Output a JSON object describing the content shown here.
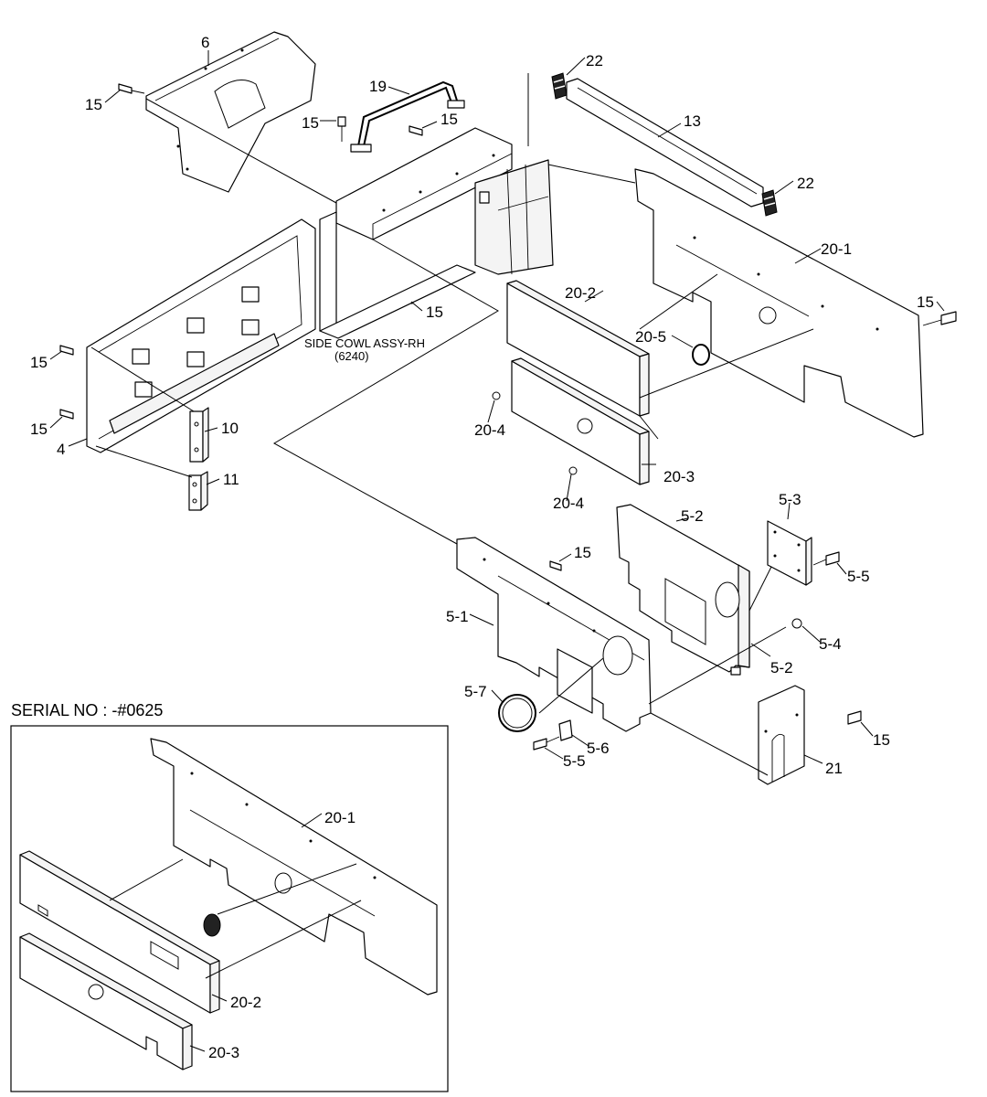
{
  "labels": {
    "l6": "6",
    "l15a": "15",
    "l19": "19",
    "l15b": "15",
    "l15c": "15",
    "l22a": "22",
    "l13": "13",
    "l22b": "22",
    "l20_1": "20-1",
    "l15d": "15",
    "l20_2": "20-2",
    "l20_5": "20-5",
    "l15e": "15",
    "l15f": "15",
    "l15g": "15",
    "l4": "4",
    "l10": "10",
    "l11": "11",
    "l20_4a": "20-4",
    "l20_3": "20-3",
    "l20_4b": "20-4",
    "l5_2a": "5-2",
    "l5_3": "5-3",
    "l15h": "15",
    "l5_5a": "5-5",
    "l5_1": "5-1",
    "l5_4": "5-4",
    "l5_2b": "5-2",
    "l5_7": "5-7",
    "l5_6": "5-6",
    "l5_5b": "5-5",
    "l15i": "15",
    "l21": "21"
  },
  "side_cowl": {
    "title": "SIDE COWL ASSY-RH",
    "ref": "(6240)"
  },
  "inset": {
    "serial_label": "SERIAL NO : -#0625",
    "l20_1": "20-1",
    "l20_2": "20-2",
    "l20_3": "20-3"
  }
}
